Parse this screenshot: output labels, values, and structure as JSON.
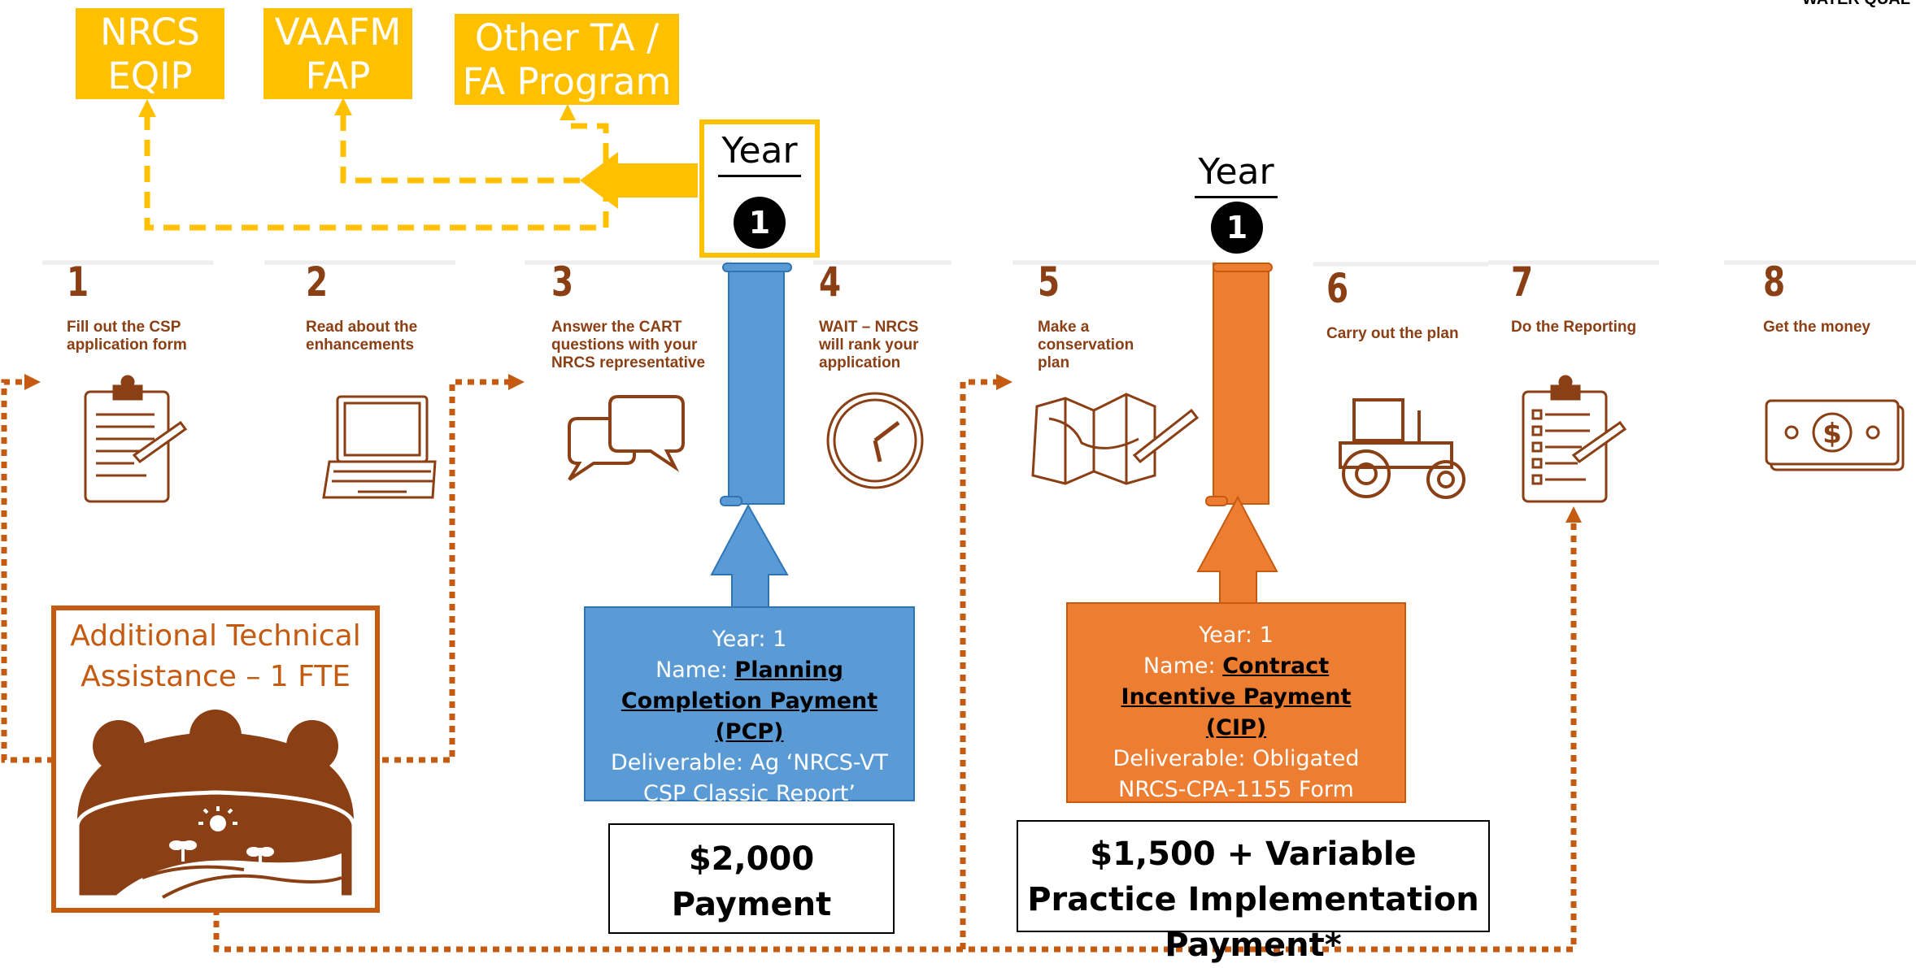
{
  "header": {
    "corner_text": "WATER QUAL"
  },
  "programs": [
    {
      "label": "NRCS\nEQIP"
    },
    {
      "label": "VAAFM\nFAP"
    },
    {
      "label": "Other TA /\nFA Program"
    }
  ],
  "years": [
    {
      "label": "Year",
      "number": "1"
    },
    {
      "label": "Year",
      "number": "1"
    }
  ],
  "steps": [
    {
      "number": "1",
      "text": "Fill out the CSP application form",
      "icon": "clipboard-icon"
    },
    {
      "number": "2",
      "text": "Read about the enhancements",
      "icon": "laptop-icon"
    },
    {
      "number": "3",
      "text": "Answer the CART questions with your NRCS representative",
      "icon": "speech-bubbles-icon"
    },
    {
      "number": "4",
      "text": "WAIT – NRCS will rank your application",
      "icon": "clock-icon"
    },
    {
      "number": "5",
      "text": "Make a conservation plan",
      "icon": "map-icon"
    },
    {
      "number": "6",
      "text": "Carry out the plan",
      "icon": "tractor-icon"
    },
    {
      "number": "7",
      "text": "Do the Reporting",
      "icon": "checklist-icon"
    },
    {
      "number": "8",
      "text": "Get the money",
      "icon": "money-icon"
    }
  ],
  "pcp": {
    "year_line": "Year: 1",
    "name_prefix": "Name:",
    "name": "Planning Completion Payment (PCP)",
    "deliverable": "Deliverable: Ag ‘NRCS-VT CSP Classic Report’",
    "payment": "$2,000 Payment",
    "color": "#5B9BD5"
  },
  "cip": {
    "year_line": "Year: 1",
    "name_prefix": "Name:",
    "name": "Contract Incentive Payment (CIP)",
    "deliverable": "Deliverable: Obligated NRCS-CPA-1155 Form",
    "payment": "$1,500 + Variable Practice Implementation Payment*",
    "color": "#ED7D31"
  },
  "technical_assistance": {
    "title": "Additional Technical Assistance – 1 FTE",
    "icon": "people-farm-icon",
    "color": "#C55A11"
  },
  "colors": {
    "gold": "#FFC000",
    "brown": "#8B3F14",
    "dotted": "#C55A11"
  }
}
